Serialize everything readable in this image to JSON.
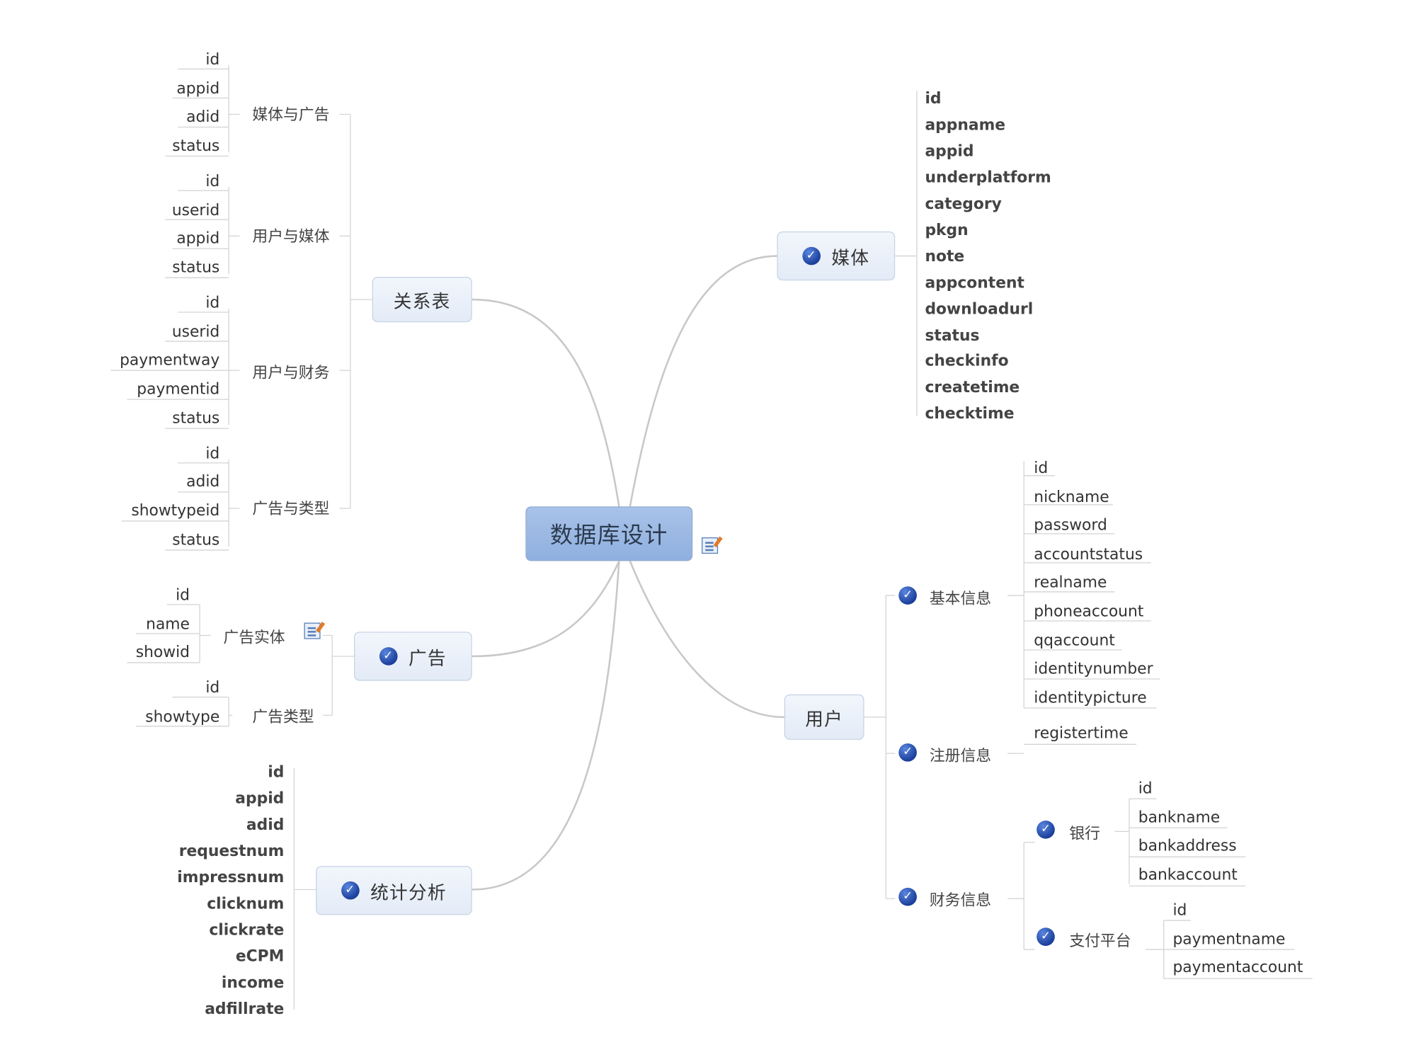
{
  "root": {
    "label": "数据库设计"
  },
  "relations": {
    "label": "关系表",
    "groups": [
      {
        "label": "媒体与广告",
        "fields": [
          "id",
          "appid",
          "adid",
          "status"
        ]
      },
      {
        "label": "用户与媒体",
        "fields": [
          "id",
          "userid",
          "appid",
          "status"
        ]
      },
      {
        "label": "用户与财务",
        "fields": [
          "id",
          "userid",
          "paymentway",
          "paymentid",
          "status"
        ]
      },
      {
        "label": "广告与类型",
        "fields": [
          "id",
          "adid",
          "showtypeid",
          "status"
        ]
      }
    ]
  },
  "ad": {
    "label": "广告",
    "entity": {
      "label": "广告实体",
      "fields": [
        "id",
        "name",
        "showid"
      ]
    },
    "type": {
      "label": "广告类型",
      "fields": [
        "id",
        "showtype"
      ]
    }
  },
  "stats": {
    "label": "统计分析",
    "fields": [
      "id",
      "appid",
      "adid",
      "requestnum",
      "impressnum",
      "clicknum",
      "clickrate",
      "eCPM",
      "income",
      "adfillrate"
    ]
  },
  "media": {
    "label": "媒体",
    "fields": [
      "id",
      "appname",
      "appid",
      "underplatform",
      "category",
      "pkgn",
      "note",
      "appcontent",
      "downloadurl",
      "status",
      "checkinfo",
      "createtime",
      "checktime"
    ]
  },
  "user": {
    "label": "用户",
    "basic": {
      "label": "基本信息",
      "fields": [
        "id",
        "nickname",
        "password",
        "accountstatus",
        "realname",
        "phoneaccount",
        "qqaccount",
        "identitynumber",
        "identitypicture"
      ]
    },
    "register": {
      "label": "注册信息",
      "fields": [
        "registertime"
      ]
    },
    "finance": {
      "label": "财务信息",
      "bank": {
        "label": "银行",
        "fields": [
          "id",
          "bankname",
          "bankaddress",
          "bankaccount"
        ]
      },
      "pay": {
        "label": "支付平台",
        "fields": [
          "id",
          "paymentname",
          "paymentaccount"
        ]
      }
    }
  },
  "colors": {
    "connector": "#c8c8c8",
    "root": "#9ab7e3",
    "node": "#e8eef9",
    "check": "#1f46a8"
  }
}
